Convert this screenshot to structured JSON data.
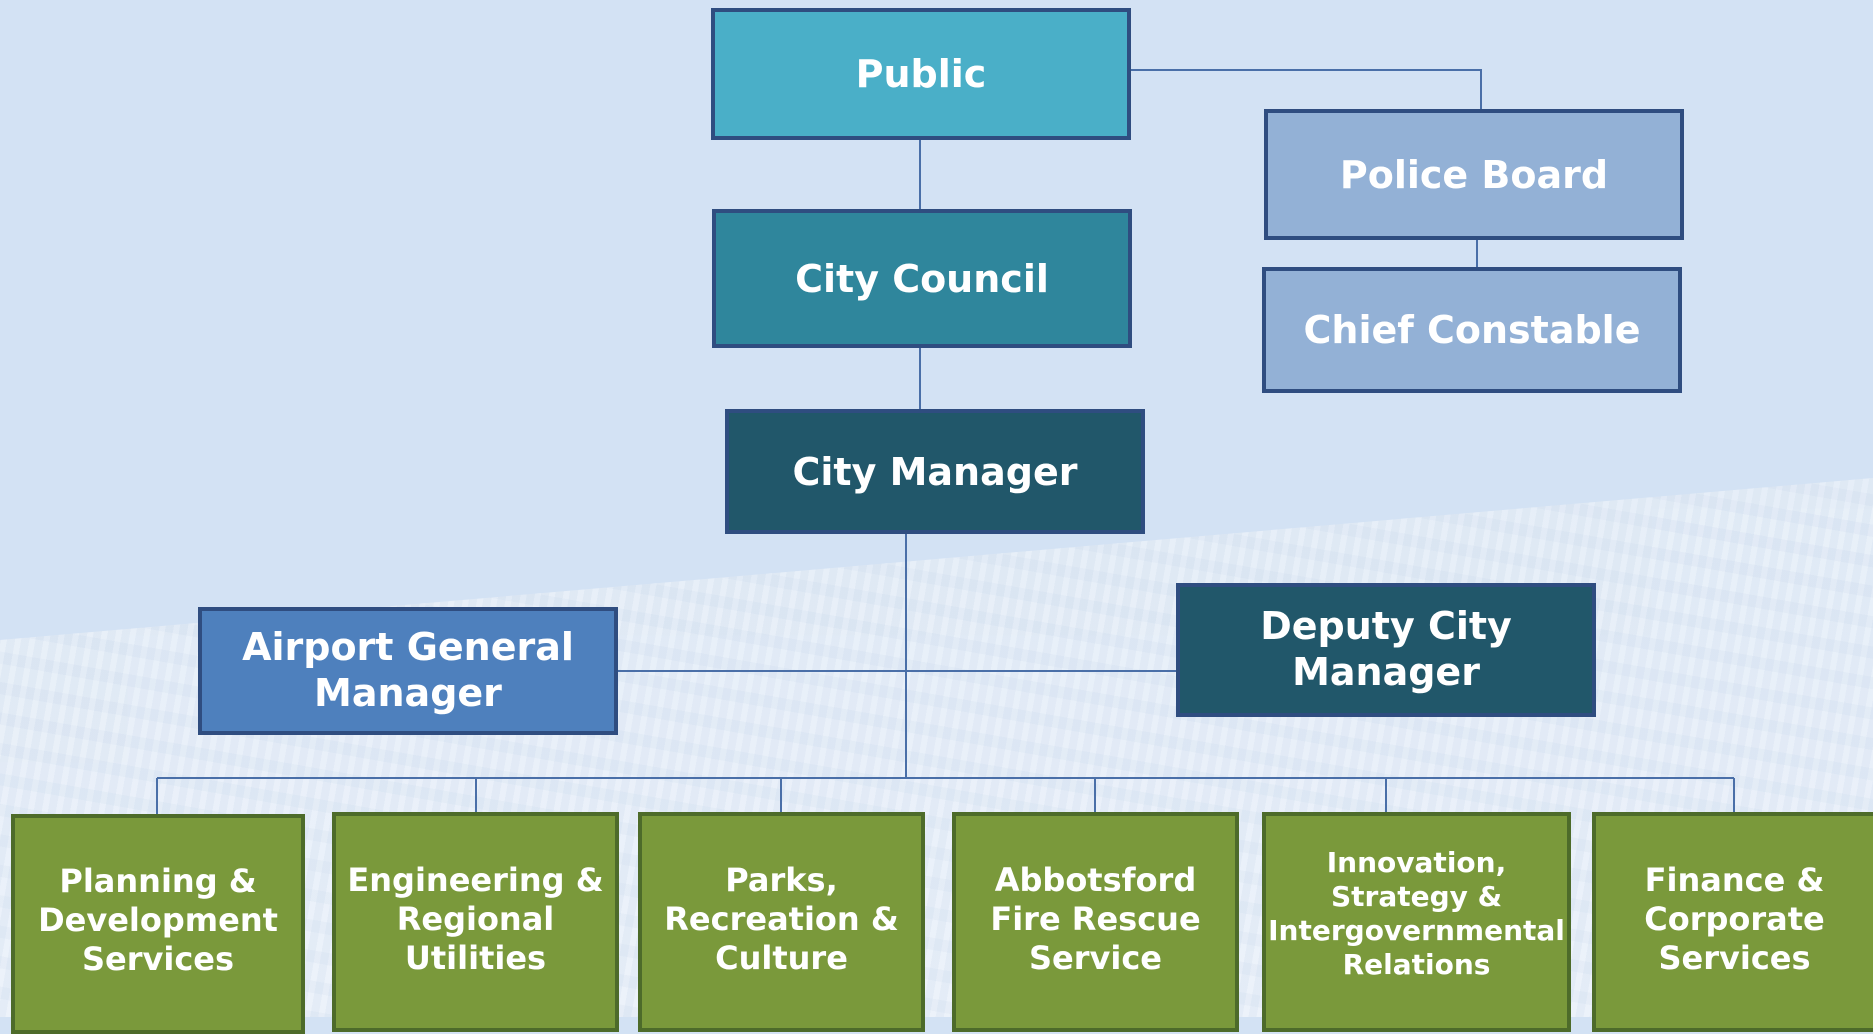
{
  "colors": {
    "public": "#4aafc8",
    "city_council": "#2f869c",
    "city_manager": "#21576a",
    "police": "#93b1d6",
    "airport": "#4e80bd",
    "deputy": "#21576a",
    "department": "#7a993b",
    "line": "#4a6fa8"
  },
  "nodes": {
    "public": "Public",
    "city_council": "City Council",
    "city_manager": "City Manager",
    "police_board": "Police Board",
    "chief_constable": "Chief Constable",
    "airport_gm": "Airport General\nManager",
    "deputy_cm": "Deputy City\nManager"
  },
  "departments": [
    "Planning &\nDevelopment\nServices",
    "Engineering &\nRegional\nUtilities",
    "Parks,\nRecreation &\nCulture",
    "Abbotsford\nFire Rescue\nService",
    "Innovation,\nStrategy &\nIntergovernmental\nRelations",
    "Finance &\nCorporate\nServices"
  ]
}
